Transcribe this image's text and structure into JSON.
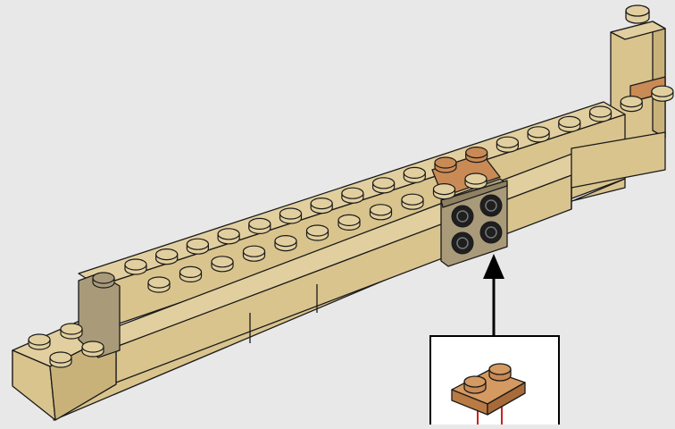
{
  "scene": {
    "colors": {
      "background": "#e8e8e8",
      "tan_top": "#e2cf9f",
      "tan_front": "#d9c48e",
      "tan_side": "#c9b27a",
      "dark_tan": "#a99a7a",
      "medium_nougat": "#c98a55",
      "callout_frame": "#000000",
      "outline": "#1a1a1a",
      "red_line": "#cc2222"
    },
    "callout": {
      "part": "plate-1x2",
      "part_color": "medium_nougat",
      "quantity": 1
    },
    "arrow": {
      "direction": "up"
    },
    "highlighted_brick": {
      "part": "brick-2x2-studs-side",
      "color": "dark_tan"
    }
  }
}
